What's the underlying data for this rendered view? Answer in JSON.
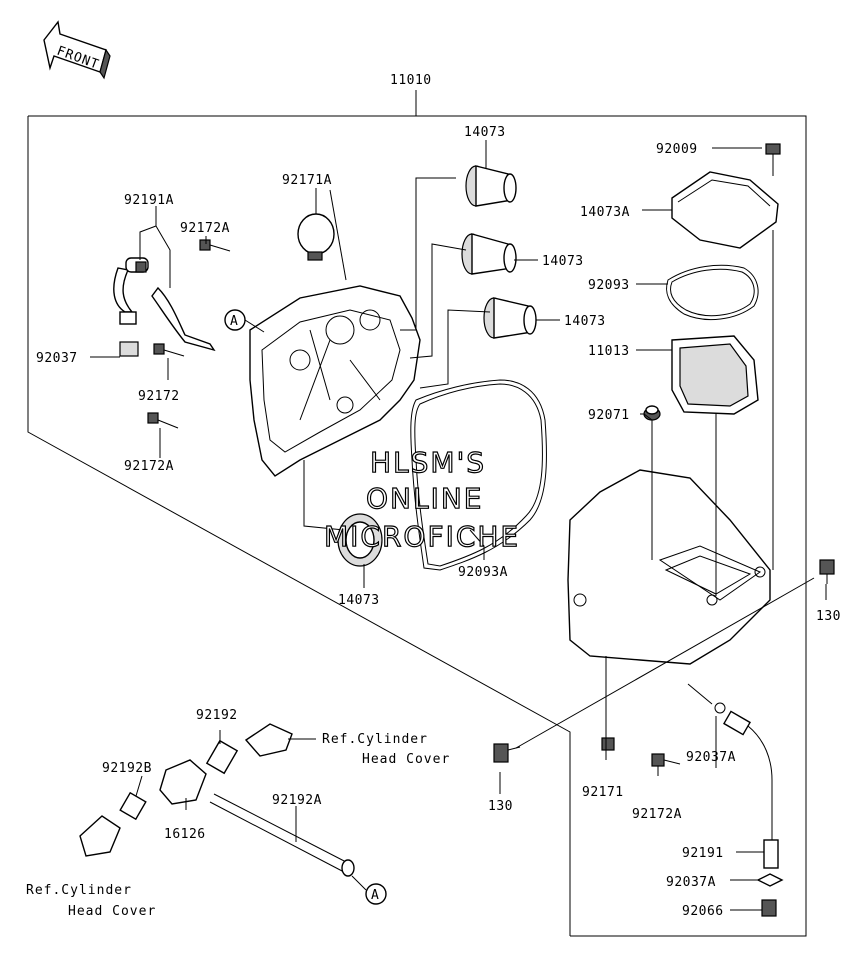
{
  "front_label": "FRONT",
  "watermark": [
    "HLSM'S",
    "ONLINE",
    "MICROFICHE"
  ],
  "callout_letter": "A",
  "parts": {
    "p11010": "11010",
    "p14073_top": "14073",
    "p14073_mid1": "14073",
    "p14073_mid2": "14073",
    "p14073_bottom": "14073",
    "p92171A": "92171A",
    "p92191A": "92191A",
    "p92172A_top": "92172A",
    "p92037": "92037",
    "p92172": "92172",
    "p92172A_left": "92172A",
    "p92009": "92009",
    "p14073A": "14073A",
    "p92093": "92093",
    "p11013": "11013",
    "p92071": "92071",
    "p92093A": "92093A",
    "p130_right": "130",
    "p130_left": "130",
    "p92192": "92192",
    "p92192B": "92192B",
    "p16126": "16126",
    "p92192A": "92192A",
    "p92171": "92171",
    "p92172A_bottom": "92172A",
    "p92037A": "92037A",
    "p92191": "92191",
    "p92037A_bottom": "92037A",
    "p92066": "92066"
  },
  "refs": {
    "cyl_head_cover_1_line1": "Ref.Cylinder",
    "cyl_head_cover_1_line2": "Head Cover",
    "cyl_head_cover_2_line1": "Ref.Cylinder",
    "cyl_head_cover_2_line2": "Head Cover"
  }
}
